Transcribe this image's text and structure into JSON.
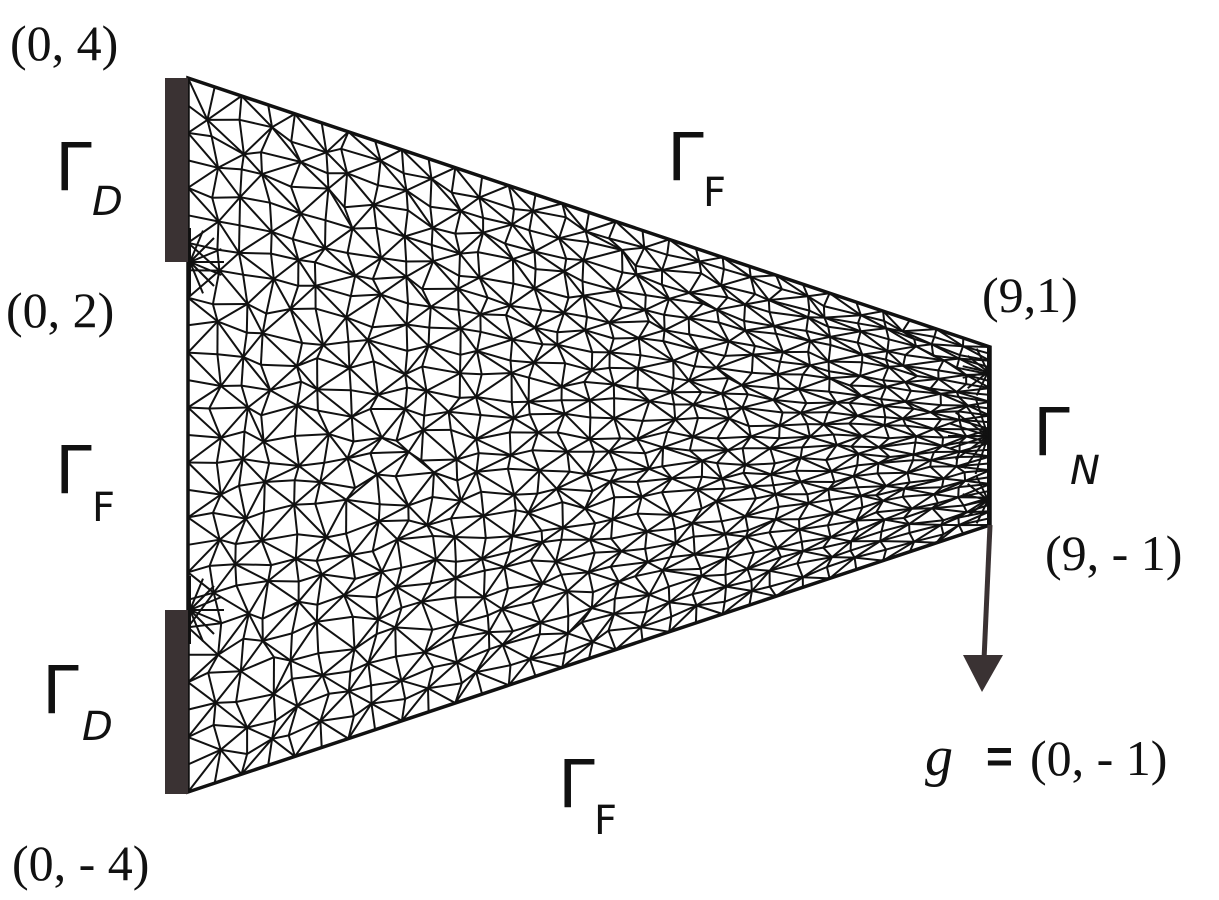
{
  "colors": {
    "mesh": "#111111",
    "clamp": "#3a3233",
    "arrow": "#3a3233",
    "text": "#111111"
  },
  "domain": {
    "vertices": [
      {
        "label": "(0, 4)",
        "x": 0,
        "y": 4
      },
      {
        "label": "(0, 2)",
        "x": 0,
        "y": 2
      },
      {
        "label": "(9,1)",
        "x": 9,
        "y": 1
      },
      {
        "label": "(9, - 1)",
        "x": 9,
        "y": -1
      },
      {
        "label": "(0, - 4)",
        "x": 0,
        "y": -4
      }
    ]
  },
  "boundaries": {
    "dirichlet_top": {
      "symbol": "Γ",
      "subscript": "D"
    },
    "dirichlet_bottom": {
      "symbol": "Γ",
      "subscript": "D"
    },
    "free_top": {
      "symbol": "Γ",
      "subscript": "F"
    },
    "free_left": {
      "symbol": "Γ",
      "subscript": "F"
    },
    "free_bottom": {
      "symbol": "Γ",
      "subscript": "F"
    },
    "neumann": {
      "symbol": "Γ",
      "subscript": "N"
    }
  },
  "load": {
    "symbol": "g",
    "equals": "=",
    "value": "(0, - 1)",
    "direction": [
      0,
      -1
    ]
  },
  "icons": {
    "clamp": "filled-bar",
    "load": "arrow-down"
  }
}
